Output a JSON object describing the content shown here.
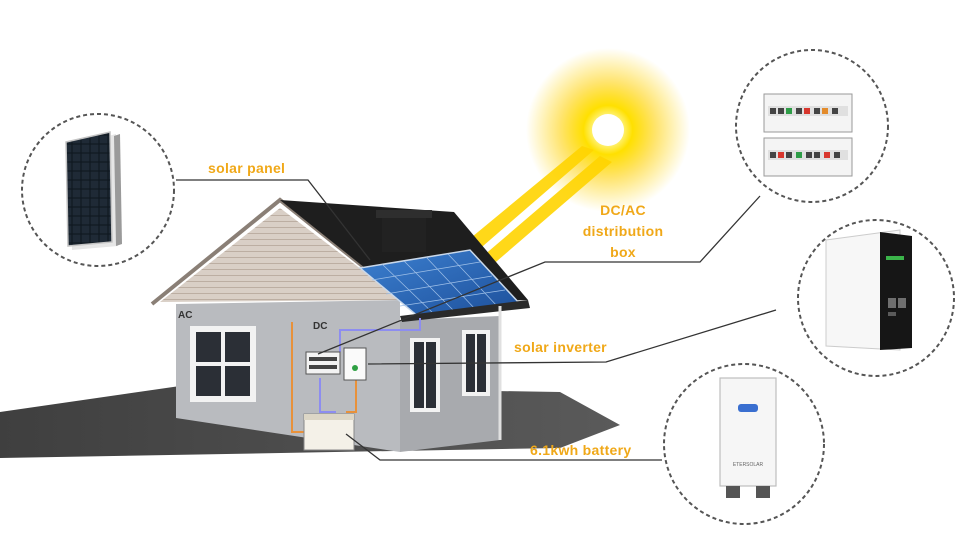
{
  "labels": {
    "solar_panel": "solar panel",
    "distribution_box_line1": "DC/AC",
    "distribution_box_line2": "distribution",
    "distribution_box_line3": "box",
    "solar_inverter": "solar inverter",
    "battery": "6.1kwh battery"
  },
  "house_labels": {
    "ac": "AC",
    "dc": "DC"
  },
  "battery_brand": "ETERSOLAR",
  "colors": {
    "label": "#f0a818",
    "wire_ac": "#e8913a",
    "wire_dc": "#8d8df0",
    "sun": "#ffe000",
    "roof": "#1e1e1e",
    "wall": "#b9bbbf",
    "panel": "#2f6fc1"
  },
  "icons": [
    "sun-icon",
    "solar-panel-icon",
    "distribution-box-icon",
    "inverter-icon",
    "battery-icon"
  ]
}
